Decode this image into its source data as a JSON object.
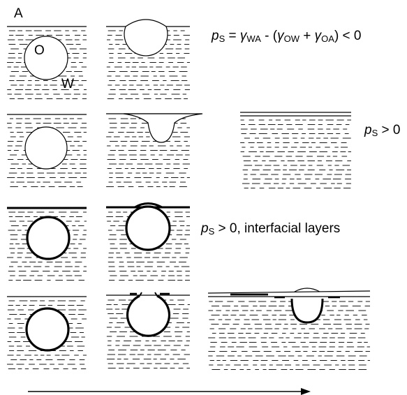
{
  "labels": {
    "air": "A",
    "oil": "O",
    "water": "W"
  },
  "equation_row1": {
    "p": "p",
    "p_sub": "S",
    "eq": " = ",
    "g1": "γ",
    "g1_sub": "WA",
    "minus": " - (",
    "g2": "γ",
    "g2_sub": "OW",
    "plus": " + ",
    "g3": "γ",
    "g3_sub": "OA",
    "tail": ") < 0"
  },
  "equation_row2": {
    "p": "p",
    "p_sub": "S",
    "tail": " > 0"
  },
  "equation_row3": {
    "p": "p",
    "p_sub": "S",
    "tail": " > 0, interfacial layers"
  },
  "colors": {
    "line": "#000000",
    "background": "#ffffff"
  }
}
